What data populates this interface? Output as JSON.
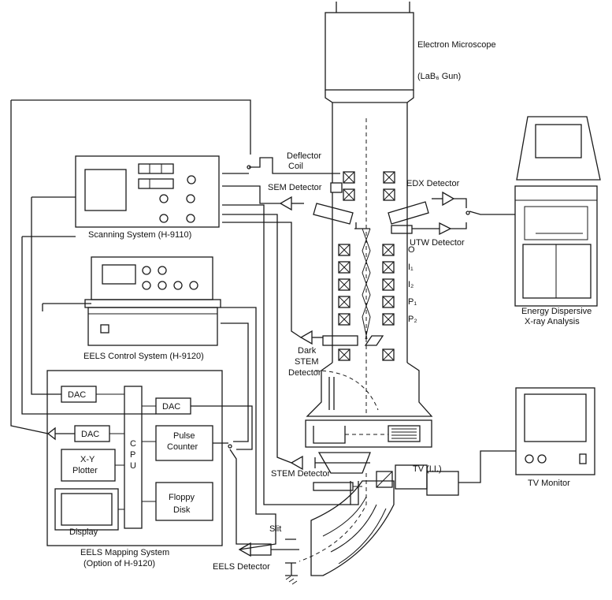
{
  "labels": {
    "electron_microscope": "Electron Microscope",
    "lab6_gun": "(LaB₆ Gun)",
    "deflector_coil_1": "Deflector",
    "deflector_coil_2": "Coil",
    "sem_detector": "SEM Detector",
    "edx_detector": "EDX Detector",
    "utw_detector": "UTW Detector",
    "scanning_system": "Scanning System (H-9110)",
    "eels_control_system": "EELS Control System (H-9120)",
    "energy_dispersive_1": "Energy Dispersive",
    "energy_dispersive_2": "X-ray Analysis",
    "dark_stem_1": "Dark",
    "dark_stem_2": "STEM",
    "dark_stem_3": "Detector",
    "lens_o": "O",
    "lens_i1": "I₁",
    "lens_i2": "I₂",
    "lens_p1": "P₁",
    "lens_p2": "P₂",
    "dac1": "DAC",
    "dac2": "DAC",
    "dac3": "DAC",
    "cpu": "CPU",
    "pulse_counter_1": "Pulse",
    "pulse_counter_2": "Counter",
    "xy_plotter_1": "X-Y",
    "xy_plotter_2": "Plotter",
    "floppy_1": "Floppy",
    "floppy_2": "Disk",
    "display": "Display",
    "eels_mapping_1": "EELS Mapping System",
    "eels_mapping_2": "(Option of H-9120)",
    "stem_detector": "STEM Detector",
    "tv_ii": "TV (I.I.)",
    "tv_monitor": "TV Monitor",
    "slit": "Slit",
    "eels_detector": "EELS Detector"
  }
}
